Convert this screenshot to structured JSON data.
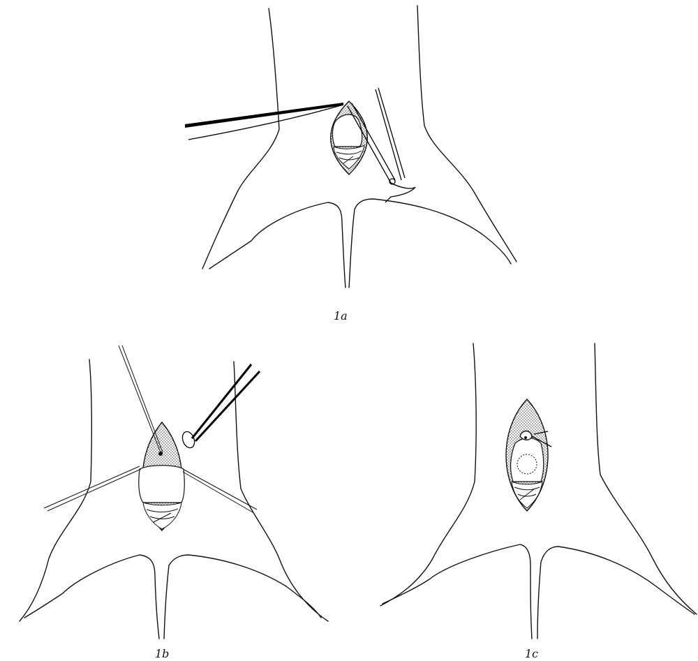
{
  "figure": {
    "panels": [
      {
        "id": "1a",
        "label": "1a"
      },
      {
        "id": "1b",
        "label": "1b"
      },
      {
        "id": "1c",
        "label": "1c"
      }
    ],
    "colors": {
      "line": "#111111",
      "background": "#ffffff",
      "stipple": "#333333"
    }
  }
}
